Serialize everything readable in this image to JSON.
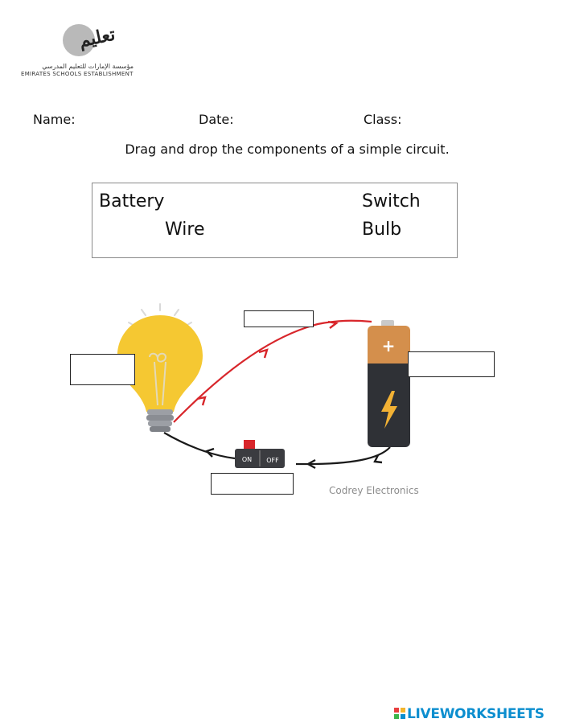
{
  "header": {
    "logo_arabic_word": "تعليم",
    "logo_arabic_sub": "مؤسسة الإمارات للتعليم المدرسي",
    "logo_english": "EMIRATES SCHOOLS ESTABLISHMENT"
  },
  "fields": {
    "name_label": "Name:",
    "date_label": "Date:",
    "class_label": "Class:"
  },
  "instruction": "Drag and drop the components of a simple circuit.",
  "word_bank": {
    "items": [
      "Battery",
      "Switch",
      "Wire",
      "Bulb"
    ]
  },
  "diagram": {
    "switch_on_label": "ON",
    "switch_off_label": "OFF",
    "credit": "Codrey Electronics",
    "battery_symbol": "+"
  },
  "footer": {
    "brand": "LIVEWORKSHEETS"
  },
  "colors": {
    "bulb": "#f5c832",
    "wire_live": "#d8262b",
    "battery_top": "#d48f4c",
    "battery_body": "#2f3136",
    "brand_blue": "#0c8ecf"
  }
}
